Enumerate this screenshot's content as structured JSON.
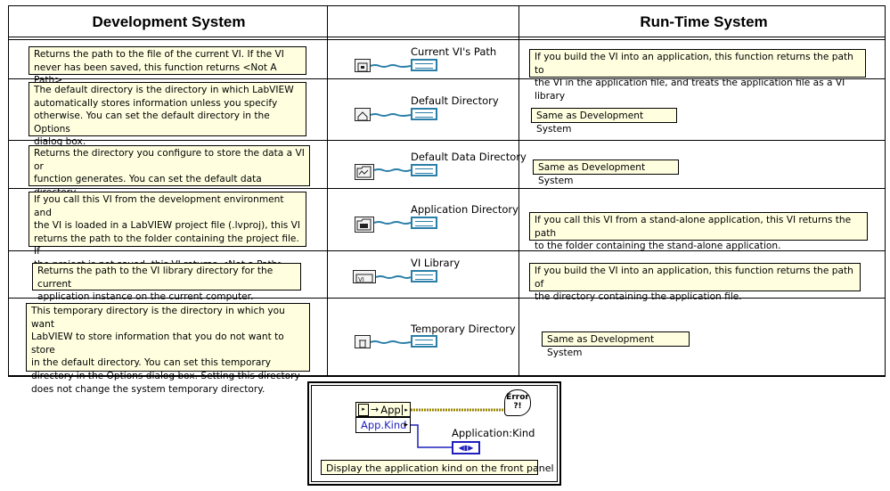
{
  "headers": {
    "development": "Development System",
    "runtime": "Run-Time System"
  },
  "rows": [
    {
      "description": "Returns the path to the file of the current VI. If the VI\nnever has been saved, this function returns <Not A Path>",
      "function_label": "Current VI's Path",
      "icon": "vi-file-icon",
      "runtime": "If you build the VI into an application, this function returns the path to\nthe VI in the application file, and treats the application file as a VI library"
    },
    {
      "description": "The default directory is the directory in which LabVIEW\nautomatically stores information unless you specify\notherwise. You can set the default directory in the Options\ndialog box.",
      "function_label": "Default Directory",
      "icon": "home-folder-icon",
      "runtime": "Same as Development System"
    },
    {
      "description": "Returns the directory you configure to store the data a VI or\nfunction generates.  You can set the default data directory\nin the Options dialog box.",
      "function_label": "Default Data Directory",
      "icon": "data-folder-icon",
      "runtime": "Same as Development System"
    },
    {
      "description": "If you call this VI from the development environment and\nthe VI is loaded in a LabVIEW project file (.lvproj), this VI\nreturns the path to the folder containing the project file. If\nthe project is not saved, this VI returns <Not a Path>.",
      "function_label": "Application Directory",
      "icon": "application-folder-icon",
      "runtime": "If you call this VI from a stand-alone application, this VI returns the path\nto the folder containing the stand-alone application."
    },
    {
      "description": "Returns the path to the VI library directory for the current\napplication instance on the current computer.",
      "function_label": "VI Library",
      "icon": "vi-library-icon",
      "runtime": "If you build the VI into an application, this function returns the path of\nthe directory containing the application file."
    },
    {
      "description": "This temporary directory is the directory in which you want\nLabVIEW to store information that you do not want to store\nin the default directory. You can set this temporary\ndirectory in the Options dialog box. Setting this directory\ndoes not change the system temporary directory.",
      "function_label": "Temporary Directory",
      "icon": "trash-folder-icon",
      "runtime": "Same as Development System"
    }
  ],
  "block_diagram": {
    "property_node_class": "App",
    "property_name": "App.Kind",
    "indicator_label": "Application:Kind",
    "error_label": "Error\n?!",
    "comment": "Display the application kind on the front panel"
  },
  "colors": {
    "note_fill": "#ffffe0",
    "path_wire": "#2a7fa8",
    "refnum_wire": "#9a8400",
    "enum_wire": "#1e1ebe"
  }
}
